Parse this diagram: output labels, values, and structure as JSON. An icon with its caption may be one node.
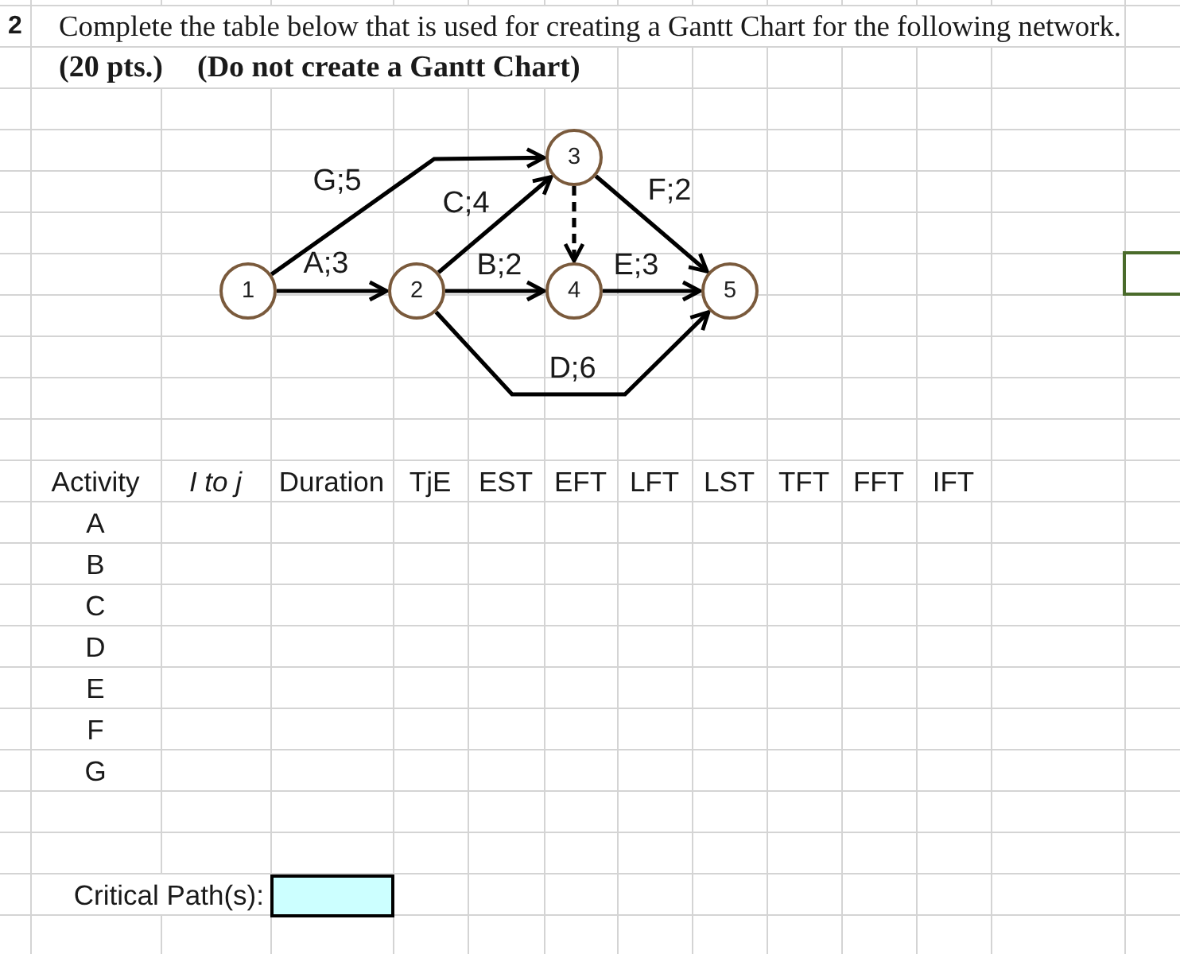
{
  "diagram": {
    "title": "Complete the table below that is used for creating a Gantt Chart for the following network.",
    "nodes": [
      {
        "text": [
          "1"
        ]
      },
      {
        "text": [
          "2"
        ]
      },
      {
        "text": [
          "3"
        ]
      },
      {
        "text": [
          "4"
        ]
      },
      {
        "text": [
          "5"
        ]
      }
    ],
    "edges": [
      {
        "from": 0,
        "to": 1,
        "arrow": "to",
        "label": "A;3"
      },
      {
        "from": 0,
        "to": 2,
        "arrow": "to",
        "label": "G;5"
      },
      {
        "from": 1,
        "to": 2,
        "arrow": "to",
        "label": "C;4"
      },
      {
        "from": 1,
        "to": 3,
        "arrow": "to",
        "label": "B;2"
      },
      {
        "from": 1,
        "to": 4,
        "arrow": "to",
        "label": "D;6"
      },
      {
        "from": 2,
        "to": 3,
        "arrow": "to",
        "style": "dashed"
      },
      {
        "from": 2,
        "to": 4,
        "arrow": "to",
        "label": "F;2"
      },
      {
        "from": 3,
        "to": 4,
        "arrow": "to",
        "label": "E;3"
      }
    ],
    "labels": [
      "2",
      "(20 pts.)",
      "(Do not create a Gantt Chart)",
      "Activity",
      "I to j",
      "Duration",
      "TjE",
      "EST",
      "EFT",
      "LFT",
      "LST",
      "TFT",
      "FFT",
      "IFT",
      "A",
      "B",
      "C",
      "D",
      "E",
      "F",
      "G",
      "Critical Path(s):"
    ]
  }
}
